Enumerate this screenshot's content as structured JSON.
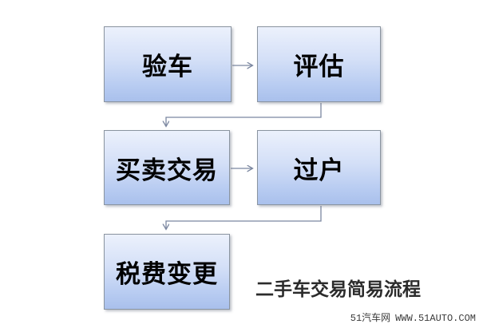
{
  "diagram": {
    "caption": "二手车交易简易流程",
    "nodes": [
      {
        "id": "yanche",
        "label": "验车"
      },
      {
        "id": "pinggu",
        "label": "评估"
      },
      {
        "id": "maimai-jiaoyi",
        "label": "买卖交易"
      },
      {
        "id": "guohu",
        "label": "过户"
      },
      {
        "id": "shuifei-biangeng",
        "label": "税费变更"
      }
    ],
    "edges": [
      {
        "from": "验车",
        "to": "评估"
      },
      {
        "from": "评估",
        "to": "买卖交易"
      },
      {
        "from": "买卖交易",
        "to": "过户"
      },
      {
        "from": "过户",
        "to": "税费变更"
      }
    ],
    "colors": {
      "box_gradient_top": "#ecf1fc",
      "box_gradient_bottom": "#a9c0ec",
      "box_border": "#8a94a0",
      "connector": "#7b87a0",
      "node_text": "#000000",
      "caption_text": "#2b2b2b"
    }
  },
  "watermark": {
    "site_name": "51汽车网",
    "url_text": "WWW.51AUTO.COM"
  }
}
